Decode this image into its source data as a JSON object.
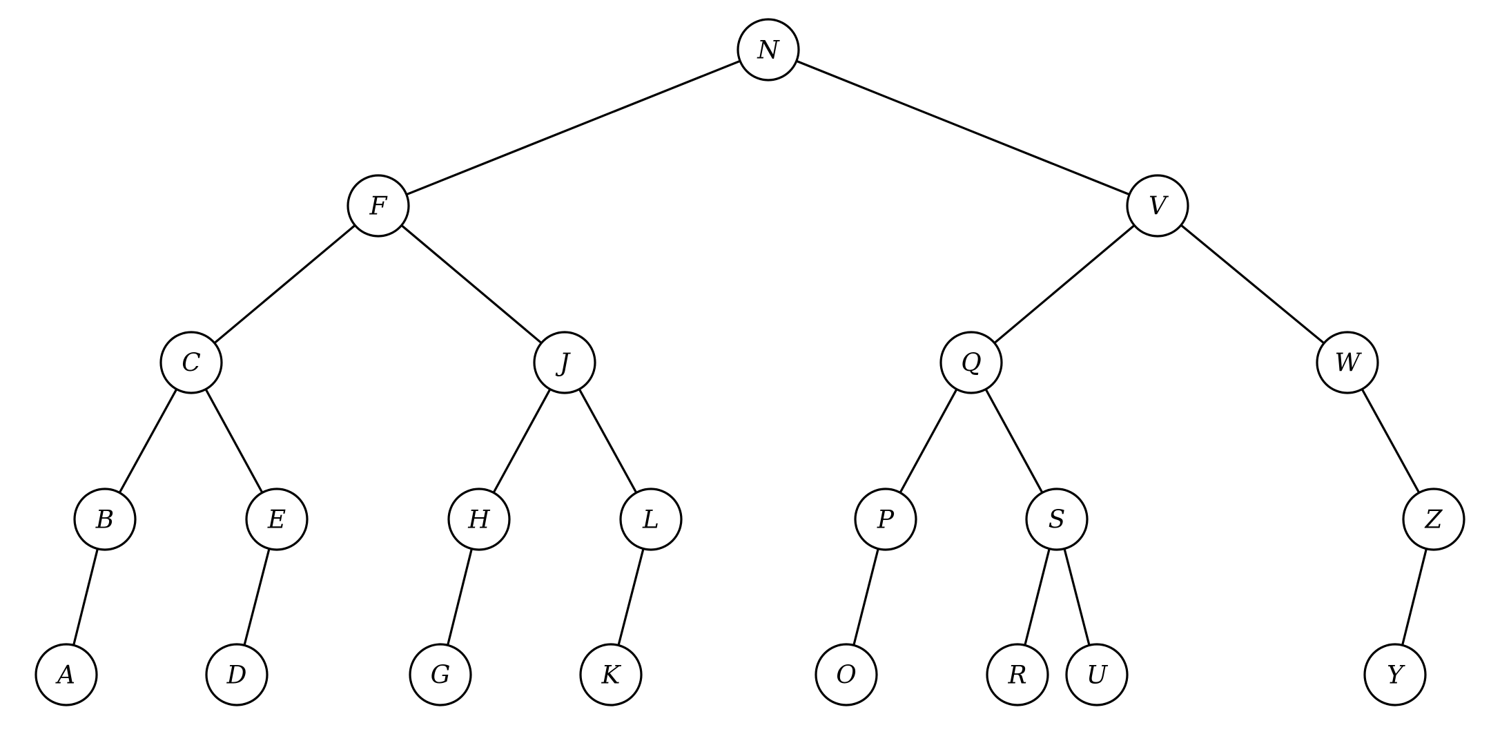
{
  "tree": {
    "nodes": [
      {
        "id": "N",
        "label": "N",
        "parent": null
      },
      {
        "id": "F",
        "label": "F",
        "parent": "N"
      },
      {
        "id": "V",
        "label": "V",
        "parent": "N"
      },
      {
        "id": "C",
        "label": "C",
        "parent": "F"
      },
      {
        "id": "J",
        "label": "J",
        "parent": "F"
      },
      {
        "id": "Q",
        "label": "Q",
        "parent": "V"
      },
      {
        "id": "W",
        "label": "W",
        "parent": "V"
      },
      {
        "id": "B",
        "label": "B",
        "parent": "C"
      },
      {
        "id": "E",
        "label": "E",
        "parent": "C"
      },
      {
        "id": "H",
        "label": "H",
        "parent": "J"
      },
      {
        "id": "L",
        "label": "L",
        "parent": "J"
      },
      {
        "id": "P",
        "label": "P",
        "parent": "Q"
      },
      {
        "id": "S",
        "label": "S",
        "parent": "Q"
      },
      {
        "id": "Z",
        "label": "Z",
        "parent": "W"
      },
      {
        "id": "A",
        "label": "A",
        "parent": "B"
      },
      {
        "id": "D",
        "label": "D",
        "parent": "E"
      },
      {
        "id": "G",
        "label": "G",
        "parent": "H"
      },
      {
        "id": "K",
        "label": "K",
        "parent": "L"
      },
      {
        "id": "O",
        "label": "O",
        "parent": "P"
      },
      {
        "id": "R",
        "label": "R",
        "parent": "S"
      },
      {
        "id": "U",
        "label": "U",
        "parent": "S"
      },
      {
        "id": "Y",
        "label": "Y",
        "parent": "Z"
      }
    ]
  }
}
